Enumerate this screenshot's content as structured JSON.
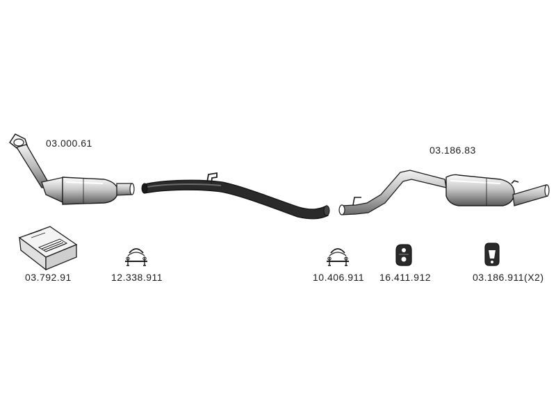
{
  "parts": {
    "catalytic_converter": {
      "number": "03.000.61"
    },
    "rear_silencer": {
      "number": "03.186.83"
    },
    "mounting_kit": {
      "number": "03.792.91"
    },
    "clamp_a": {
      "number": "12.338.911"
    },
    "clamp_b": {
      "number": "10.406.911"
    },
    "rubber_mount": {
      "number": "16.411.912"
    },
    "rubber_hanger": {
      "number": "03.186.911(X2)"
    }
  },
  "colors": {
    "stroke": "#1a1a1a",
    "fill_light": "#e6e6e6",
    "fill_mid": "#bdbdbd",
    "fill_dark": "#2a2a2a"
  }
}
